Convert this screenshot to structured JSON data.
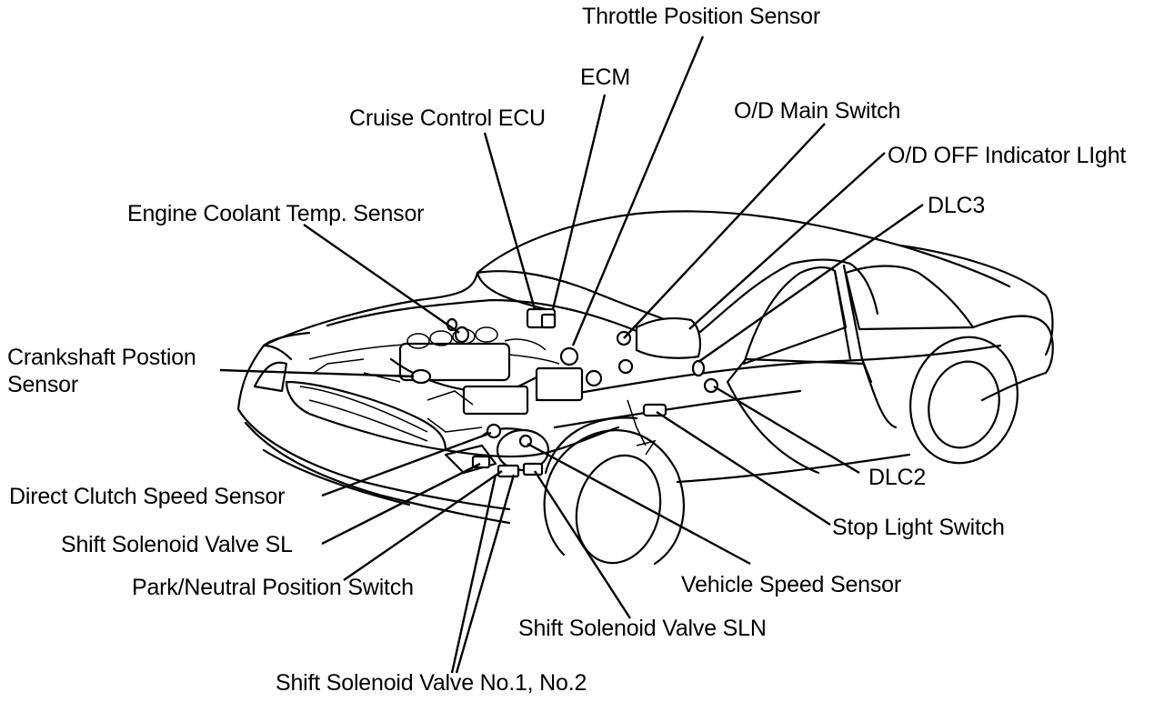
{
  "labels": {
    "throttle_position_sensor": "Throttle Position Sensor",
    "ecm": "ECM",
    "cruise_control_ecu": "Cruise Control ECU",
    "od_main_switch": "O/D Main Switch",
    "od_off_indicator_light": "O/D OFF Indicator LIght",
    "dlc3": "DLC3",
    "engine_coolant_temp_sensor": "Engine Coolant Temp. Sensor",
    "crankshaft_position_sensor_line1": "Crankshaft Postion",
    "crankshaft_position_sensor_line2": "Sensor",
    "dlc2": "DLC2",
    "stop_light_switch": "Stop Light Switch",
    "direct_clutch_speed_sensor": "Direct Clutch Speed Sensor",
    "shift_solenoid_valve_sl": "Shift Solenoid Valve SL",
    "park_neutral_position_switch": "Park/Neutral Position Switch",
    "vehicle_speed_sensor": "Vehicle Speed Sensor",
    "shift_solenoid_valve_sln": "Shift Solenoid Valve SLN",
    "shift_solenoid_valve_no1_no2": "Shift Solenoid Valve No.1, No.2"
  }
}
